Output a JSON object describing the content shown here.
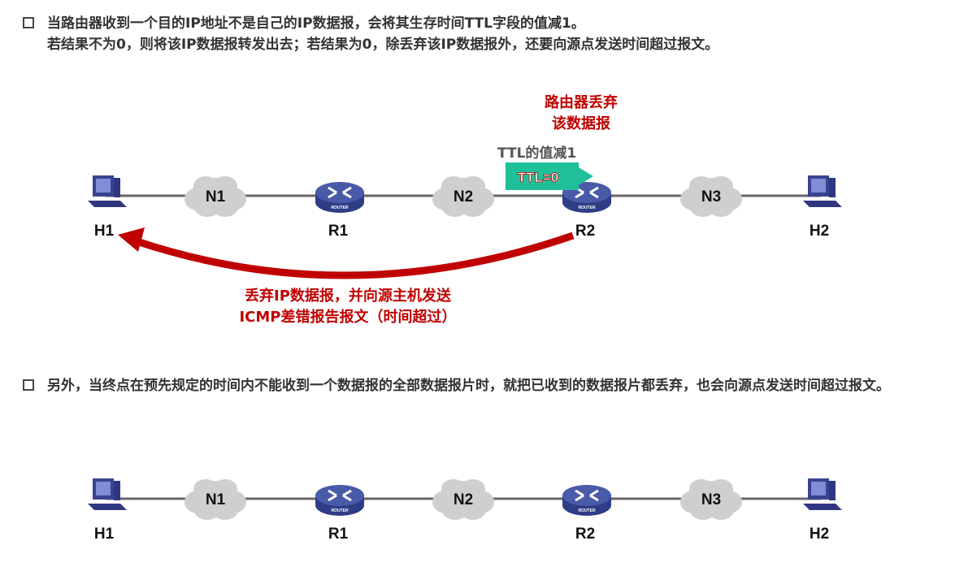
{
  "bullet1": {
    "line1": "当路由器收到一个目的IP地址不是自己的IP数据报，会将其生存时间TTL字段的值减1。",
    "line2": "若结果不为0，则将该IP数据报转发出去；若结果为0，除丢弃该IP数据报外，还要向源点发送时间超过报文。"
  },
  "bullet2": {
    "text": "另外，当终点在预先规定的时间内不能收到一个数据报的全部数据报片时，就把已收到的数据报片都丢弃，也会向源点发送时间超过报文。"
  },
  "diagram1": {
    "nodes": [
      {
        "type": "host",
        "label": "H1"
      },
      {
        "type": "cloud",
        "label": "N1"
      },
      {
        "type": "router",
        "label": "R1"
      },
      {
        "type": "cloud",
        "label": "N2"
      },
      {
        "type": "router",
        "label": "R2"
      },
      {
        "type": "cloud",
        "label": "N3"
      },
      {
        "type": "host",
        "label": "H2"
      }
    ],
    "router_caption": "ROUTER",
    "router_drop_line1": "路由器丢弃",
    "router_drop_line2": "该数据报",
    "ttl_decrement": "TTL的值减1",
    "ttl_packet": "TTL=0",
    "icmp_line1": "丢弃IP数据报，并向源主机发送",
    "icmp_line2": "ICMP差错报告报文（时间超过）"
  },
  "diagram2": {
    "nodes": [
      {
        "type": "host",
        "label": "H1"
      },
      {
        "type": "cloud",
        "label": "N1"
      },
      {
        "type": "router",
        "label": "R1"
      },
      {
        "type": "cloud",
        "label": "N2"
      },
      {
        "type": "router",
        "label": "R2"
      },
      {
        "type": "cloud",
        "label": "N3"
      },
      {
        "type": "host",
        "label": "H2"
      }
    ],
    "router_caption": "ROUTER"
  },
  "colors": {
    "accent_red": "#c00000",
    "packet_green": "#1fbf9a",
    "router_blue": "#4a5aa8",
    "cloud_gray": "#cfcfcf"
  }
}
